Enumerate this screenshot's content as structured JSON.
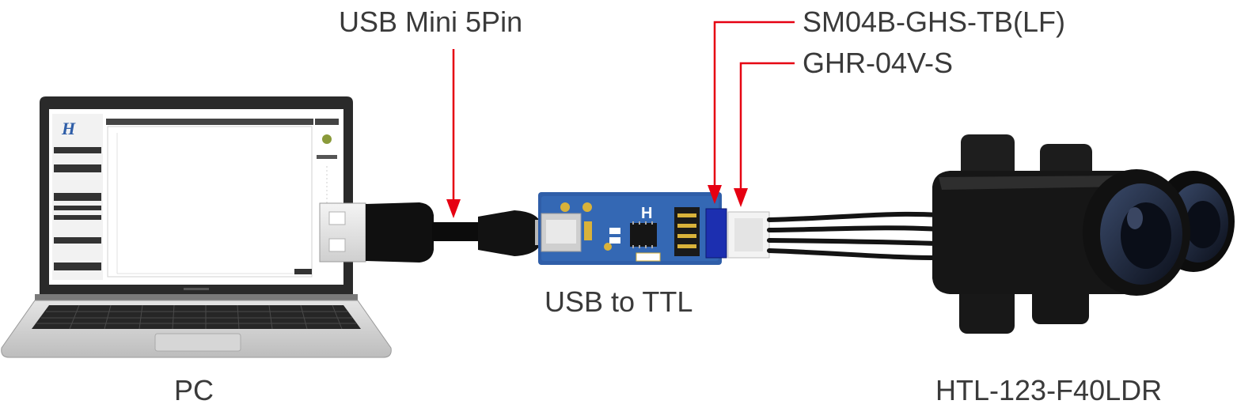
{
  "labels": {
    "usb_cable": "USB Mini 5Pin",
    "connector_header": "SM04B-GHS-TB(LF)",
    "connector_housing": "GHR-04V-S",
    "adapter": "USB to TTL",
    "pc": "PC",
    "sensor": "HTL-123-F40LDR"
  },
  "colors": {
    "arrow": "#e60012",
    "text": "#3a3a3a",
    "pcb": "#2f5ea8",
    "cable": "#111111"
  }
}
